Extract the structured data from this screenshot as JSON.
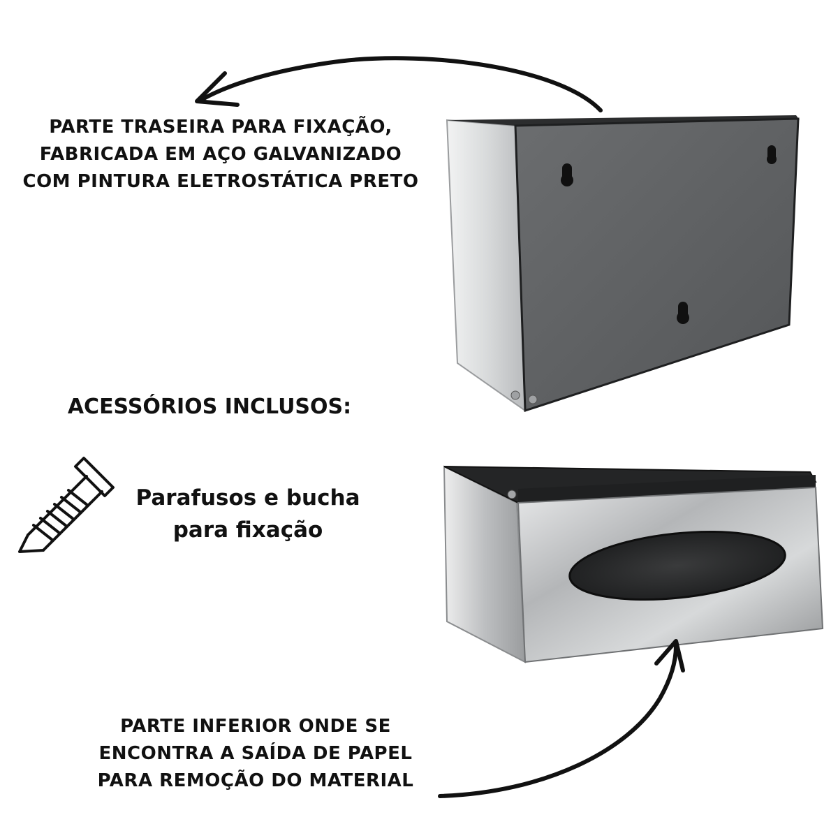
{
  "top_caption": {
    "line1": "PARTE TRASEIRA PARA FIXAÇÃO,",
    "line2": "FABRICADA EM AÇO GALVANIZADO",
    "line3": "COM PINTURA ELETROSTÁTICA PRETO"
  },
  "accessories": {
    "title": "ACESSÓRIOS INCLUSOS:",
    "item_line1": "Parafusos e bucha",
    "item_line2": "para fixação",
    "icon": "screw-icon"
  },
  "bottom_caption": {
    "line1": "PARTE INFERIOR ONDE SE",
    "line2": "ENCONTRA A SAÍDA DE PAPEL",
    "line3": "PARA REMOÇÃO DO MATERIAL"
  },
  "colors": {
    "text": "#111111",
    "back_panel": "#5f6163",
    "steel": "#c9cbcc",
    "trim": "#2a2a2a"
  }
}
